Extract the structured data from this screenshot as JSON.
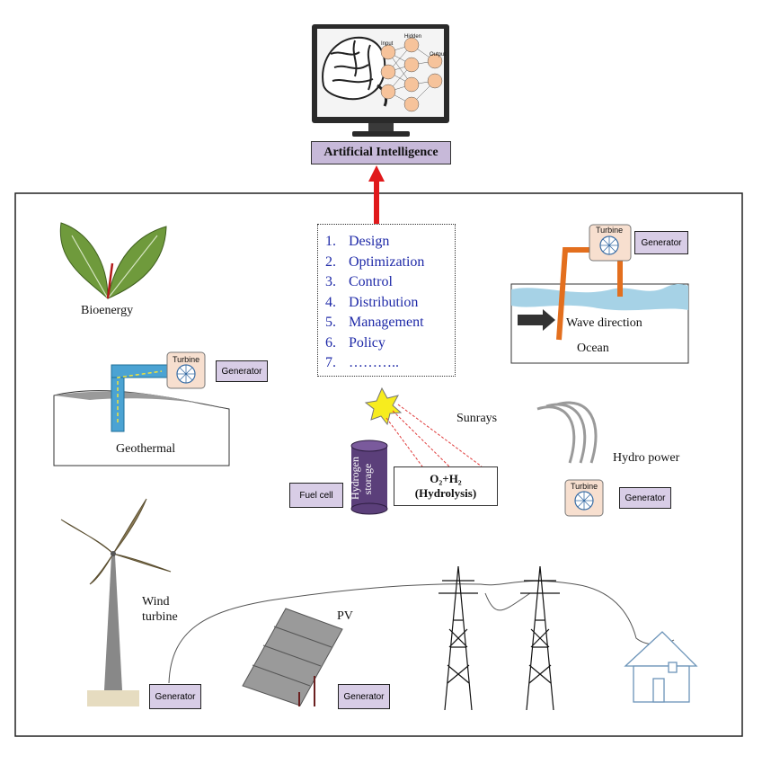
{
  "ai": {
    "title": "Artificial Intelligence"
  },
  "monitor": {
    "labels": [
      "Input",
      "Hidden",
      "Output"
    ]
  },
  "applications": [
    {
      "num": "1.",
      "label": "Design"
    },
    {
      "num": "2.",
      "label": "Optimization"
    },
    {
      "num": "3.",
      "label": "Control"
    },
    {
      "num": "4.",
      "label": "Distribution"
    },
    {
      "num": "5.",
      "label": "Management"
    },
    {
      "num": "6.",
      "label": "Policy"
    },
    {
      "num": "7.",
      "label": "……….."
    }
  ],
  "sources": {
    "bioenergy": "Bioenergy",
    "geothermal": "Geothermal",
    "ocean": "Ocean",
    "wave_direction": "Wave direction",
    "hydro_power": "Hydro power",
    "sunrays": "Sunrays",
    "wind_turbine_1": "Wind",
    "wind_turbine_2": "turbine",
    "pv": "PV"
  },
  "components": {
    "turbine": "Turbine",
    "generator": "Generator",
    "fuel_cell": "Fuel cell",
    "hydrogen_storage_1": "Hydrogen",
    "hydrogen_storage_2": "storage",
    "hydrolysis_formula": "O₂+H₂",
    "hydrolysis_label": "(Hydrolysis)"
  },
  "colors": {
    "arrow": "#e0191b",
    "ai_banner": "#c7b9d9",
    "generator_box": "#d8cde6",
    "list_text": "#1f2aa8",
    "pipe": "#e36f1e",
    "leaf": "#6f9a3c",
    "storage": "#5b3f7a"
  }
}
